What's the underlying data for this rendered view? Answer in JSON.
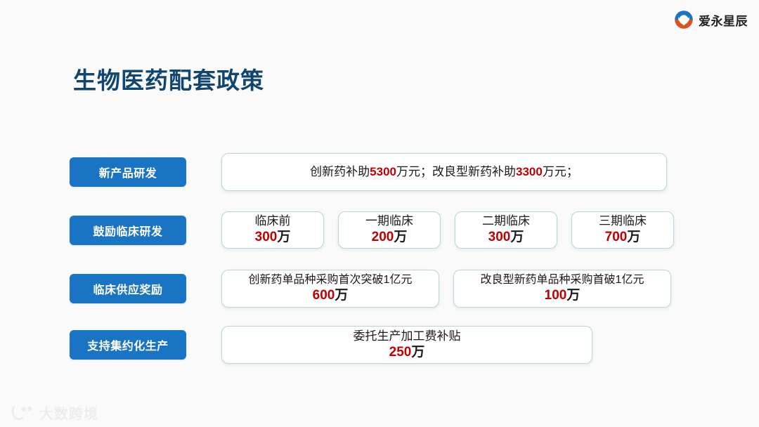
{
  "brand": {
    "name": "爱永星辰",
    "mark_icon": "circle-heart-logo-icon",
    "colors": {
      "top_arc": "#1a74c4",
      "bottom_arc": "#d9531e"
    }
  },
  "title": "生物医药配套政策",
  "colors": {
    "background": "#fafafa",
    "title": "#10456f",
    "tag_blue": "#1a74c4",
    "highlight_red": "#c00000",
    "card_border": "#bcd4de"
  },
  "rows": [
    {
      "tag": "新产品研发",
      "cards": [
        {
          "line1_pre": "创新药补助",
          "line1_num": "5300",
          "line1_mid": "万元；改良型新药补助",
          "line1_num2": "3300",
          "line1_post": "万元；"
        }
      ]
    },
    {
      "tag": "鼓励临床研发",
      "cards": [
        {
          "line1": "临床前",
          "num": "300",
          "unit": "万"
        },
        {
          "line1": "一期临床",
          "num": "200",
          "unit": "万"
        },
        {
          "line1": "二期临床",
          "num": "300",
          "unit": "万"
        },
        {
          "line1": "三期临床",
          "num": "700",
          "unit": "万"
        }
      ]
    },
    {
      "tag": "临床供应奖励",
      "cards": [
        {
          "line1": "创新药单品种采购首次突破1亿元",
          "num": "600",
          "unit": "万"
        },
        {
          "line1": "改良型新药单品种采购首破1亿元",
          "num": "100",
          "unit": "万"
        }
      ]
    },
    {
      "tag": "支持集约化生产",
      "cards": [
        {
          "line1": "委托生产加工费补贴",
          "num": "250",
          "unit": "万"
        }
      ]
    }
  ],
  "watermark": {
    "text": "大数跨境",
    "mark_icon": "dashujingjing-logo-icon"
  }
}
